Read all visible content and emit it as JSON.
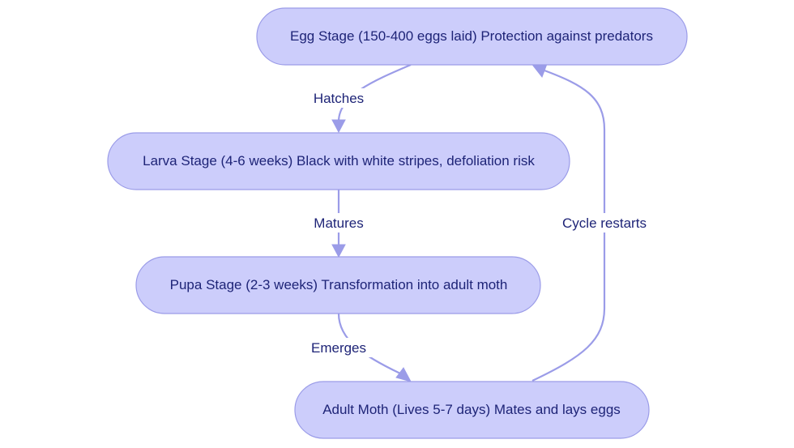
{
  "nodes": {
    "egg": "Egg Stage (150-400 eggs laid) Protection against predators",
    "larva": "Larva Stage (4-6 weeks) Black with white stripes, defoliation risk",
    "pupa": "Pupa Stage (2-3 weeks) Transformation into adult moth",
    "adult": "Adult Moth (Lives 5-7 days) Mates and lays eggs"
  },
  "edges": {
    "hatches": "Hatches",
    "matures": "Matures",
    "emerges": "Emerges",
    "cycle_restarts": "Cycle restarts"
  },
  "colors": {
    "node_fill": "#cccdfb",
    "node_stroke": "#9b9ce8",
    "edge": "#9b9ce8",
    "text": "#1e2477"
  }
}
